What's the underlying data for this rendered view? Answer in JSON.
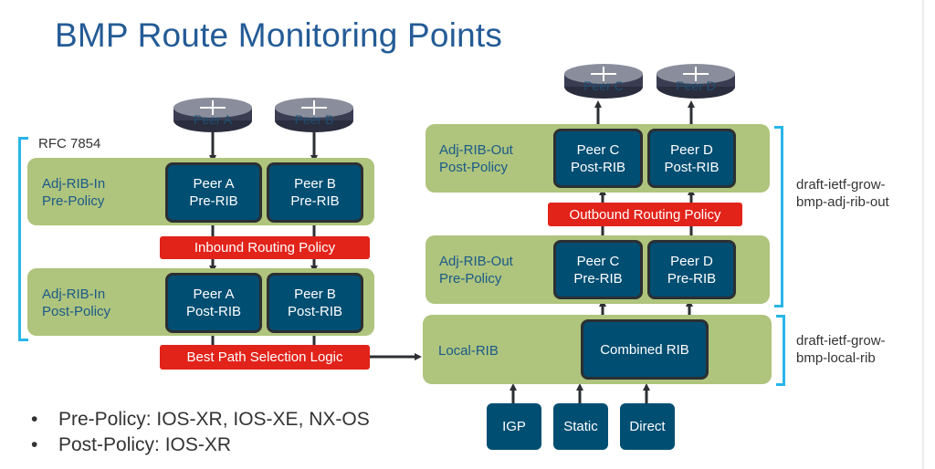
{
  "title": "BMP Route Monitoring Points",
  "colors": {
    "band": "#afc47c",
    "rib": "#004e72",
    "policy": "#e2231a",
    "bracket": "#29b6e8",
    "title": "#245b96"
  },
  "left": {
    "rfc_label": "RFC 7854",
    "routers": [
      "Peer A",
      "Peer B"
    ],
    "pre_band": {
      "label_line1": "Adj-RIB-In",
      "label_line2": "Pre-Policy",
      "boxes": [
        [
          "Peer A",
          "Pre-RIB"
        ],
        [
          "Peer B",
          "Pre-RIB"
        ]
      ]
    },
    "inbound_policy": "Inbound Routing Policy",
    "post_band": {
      "label_line1": "Adj-RIB-In",
      "label_line2": "Post-Policy",
      "boxes": [
        [
          "Peer A",
          "Post-RIB"
        ],
        [
          "Peer B",
          "Post-RIB"
        ]
      ]
    },
    "best_path": "Best Path Selection Logic"
  },
  "right": {
    "routers": [
      "Peer C",
      "Peer D"
    ],
    "post_band": {
      "label_line1": "Adj-RIB-Out",
      "label_line2": "Post-Policy",
      "boxes": [
        [
          "Peer C",
          "Post-RIB"
        ],
        [
          "Peer D",
          "Post-RIB"
        ]
      ]
    },
    "outbound_policy": "Outbound Routing Policy",
    "pre_band": {
      "label_line1": "Adj-RIB-Out",
      "label_line2": "Pre-Policy",
      "boxes": [
        [
          "Peer C",
          "Pre-RIB"
        ],
        [
          "Peer D",
          "Pre-RIB"
        ]
      ]
    },
    "local_band": {
      "label": "Local-RIB",
      "box": "Combined RIB"
    },
    "sources": [
      "IGP",
      "Static",
      "Direct"
    ],
    "adj_rib_out_note": [
      "draft-ietf-grow-",
      "bmp-adj-rib-out"
    ],
    "local_rib_note": [
      "draft-ietf-grow-",
      "bmp-local-rib"
    ]
  },
  "bullets": [
    {
      "label": "Pre-Policy:",
      "value": "IOS-XR, IOS-XE, NX-OS"
    },
    {
      "label": "Post-Policy:",
      "value": " IOS-XR"
    }
  ]
}
